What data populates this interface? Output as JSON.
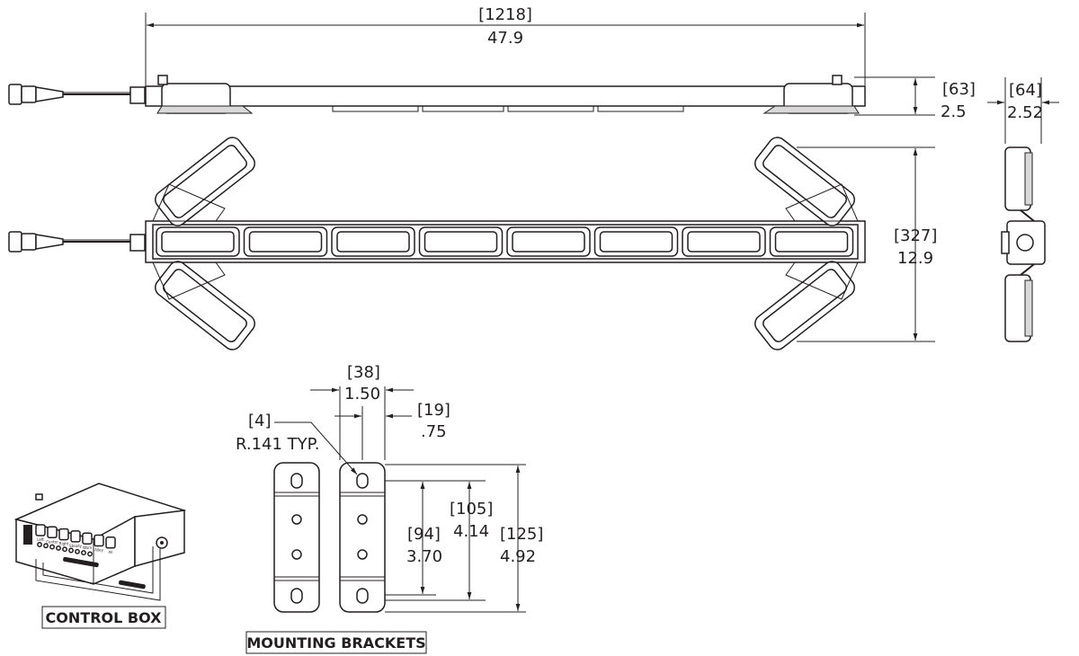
{
  "dimensions": {
    "overall_length_mm": "[1218]",
    "overall_length_in": "47.9",
    "height_mm": "[63]",
    "height_in": "2.5",
    "side_depth_mm": "[64]",
    "side_depth_in": "2.52",
    "extended_width_mm": "[327]",
    "extended_width_in": "12.9",
    "bracket_width_mm": "[38]",
    "bracket_width_in": "1.50",
    "bracket_offset_mm": "[19]",
    "bracket_offset_in": ".75",
    "hole_radius_mm": "[4]",
    "hole_radius_in": "R.141 TYP.",
    "hole_spacing_a_mm": "[94]",
    "hole_spacing_a_in": "3.70",
    "hole_spacing_b_mm": "[105]",
    "hole_spacing_b_in": "4.14",
    "bracket_length_mm": "[125]",
    "bracket_length_in": "4.92"
  },
  "labels": {
    "control_box": "CONTROL BOX",
    "mounting_brackets": "MOUNTING BRACKETS"
  },
  "control_box_buttons": [
    "Left",
    "Center",
    "Right",
    "Steady",
    "Warn",
    "Alley",
    "All"
  ],
  "colors": {
    "line": "#231f20",
    "background": "#ffffff"
  }
}
